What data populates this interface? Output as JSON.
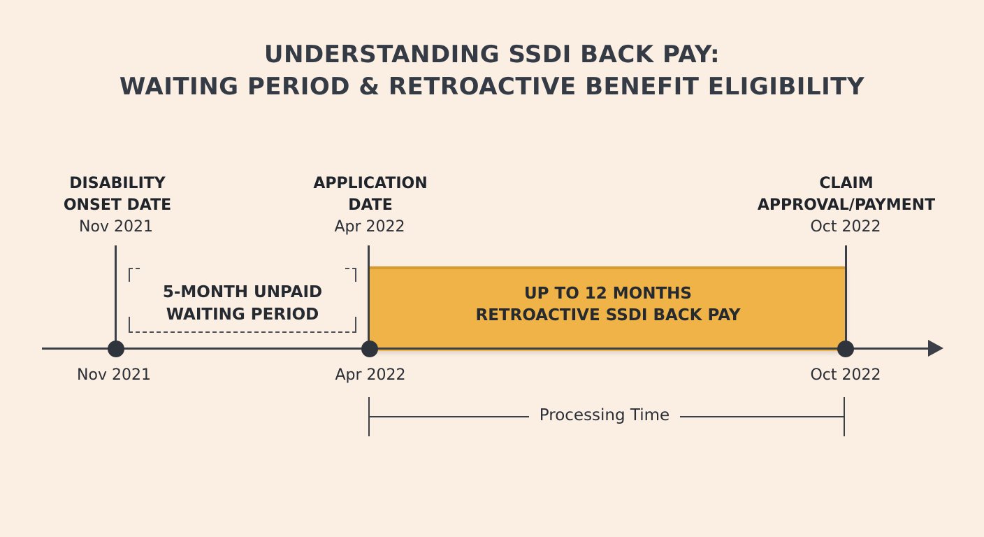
{
  "title": {
    "line1": "UNDERSTANDING SSDI BACK PAY:",
    "line2": "WAITING PERIOD & RETROACTIVE BENEFIT ELIGIBILITY"
  },
  "milestones": [
    {
      "title_line1": "DISABILITY",
      "title_line2": "ONSET DATE",
      "date": "Nov 2021",
      "axis_date": "Nov 2021"
    },
    {
      "title_line1": "APPLICATION",
      "title_line2": "DATE",
      "date": "Apr 2022",
      "axis_date": "Apr 2022"
    },
    {
      "title_line1": "CLAIM",
      "title_line2": "APPROVAL/PAYMENT",
      "date": "Oct 2022",
      "axis_date": "Oct 2022"
    }
  ],
  "waiting_period": {
    "line1": "5-MONTH UNPAID",
    "line2": "WAITING PERIOD"
  },
  "back_pay": {
    "line1": "UP TO 12 MONTHS",
    "line2": "RETROACTIVE SSDI BACK PAY",
    "color": "#f0b347"
  },
  "processing": {
    "label": "Processing Time"
  },
  "colors": {
    "background": "#fbeee3",
    "line": "#3a3f48",
    "accent": "#f0b347"
  }
}
